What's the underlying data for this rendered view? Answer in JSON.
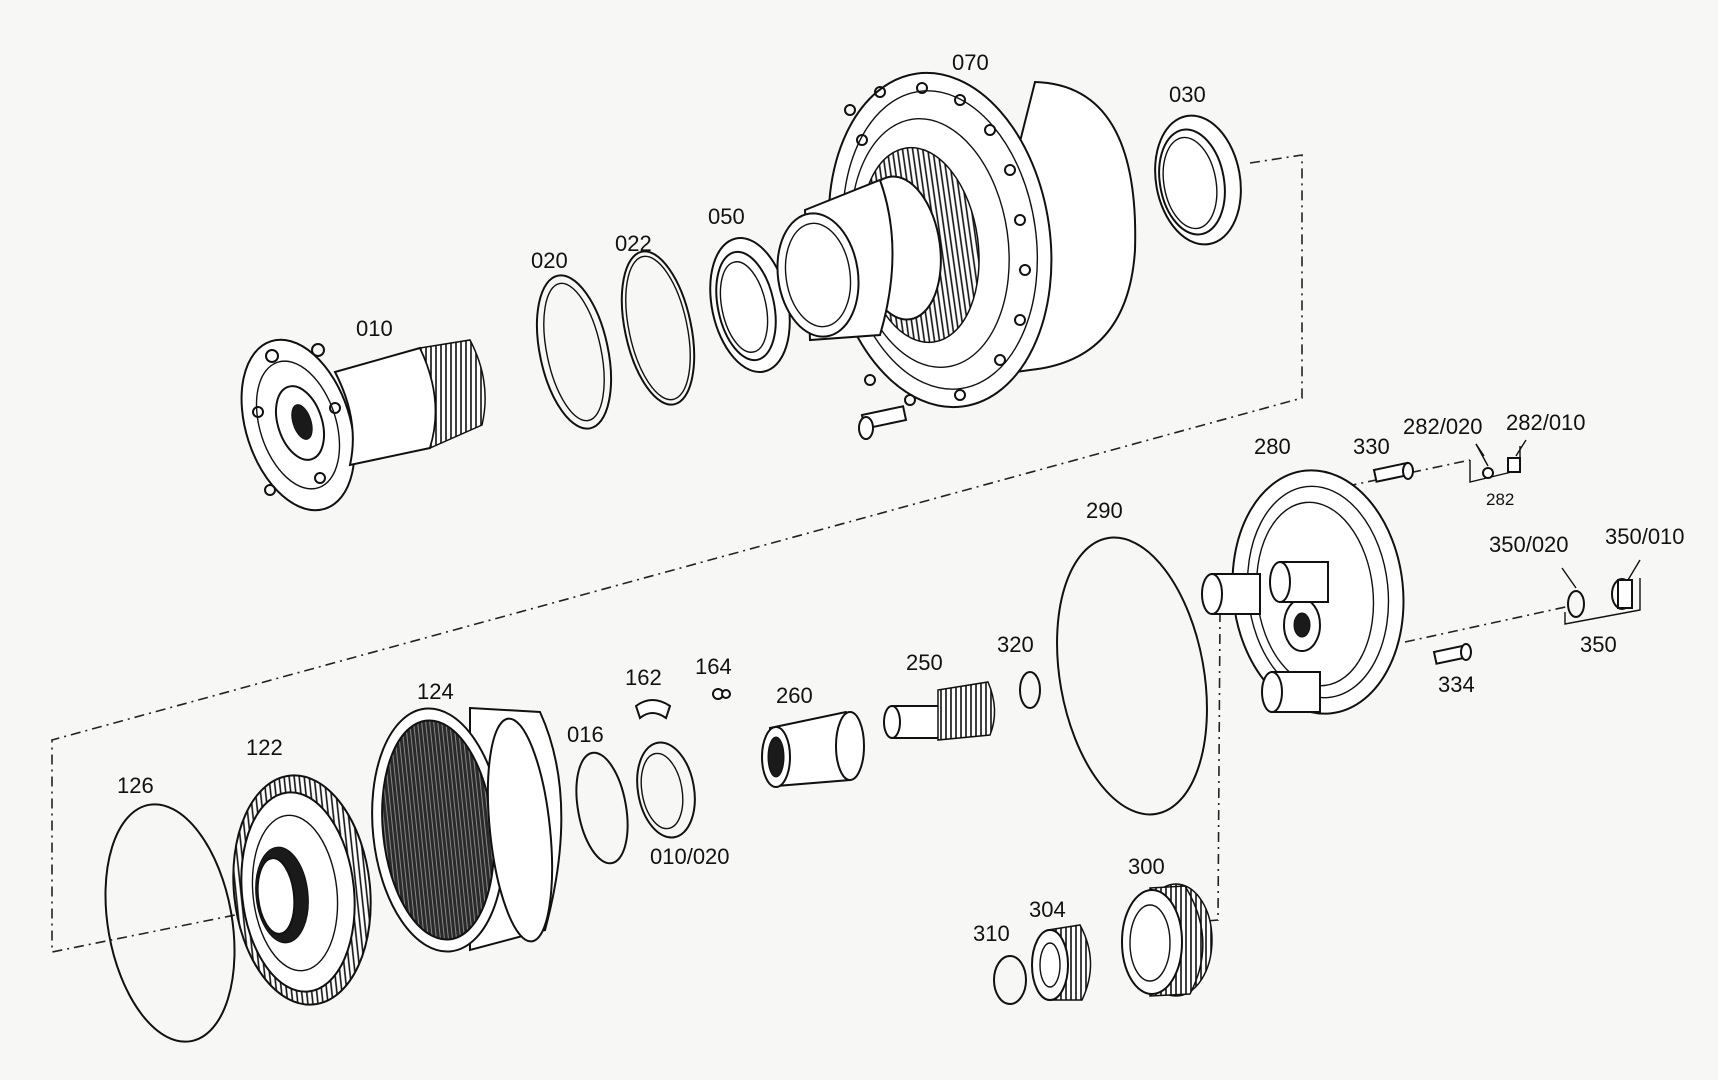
{
  "labels": {
    "p010": "010",
    "p020": "020",
    "p022": "022",
    "p050": "050",
    "p070": "070",
    "p030": "030",
    "p280": "280",
    "p330": "330",
    "p282_020": "282/020",
    "p282_010": "282/010",
    "p282": "282",
    "p290": "290",
    "p350_020": "350/020",
    "p350_010": "350/010",
    "p350": "350",
    "p334": "334",
    "p320": "320",
    "p250": "250",
    "p260": "260",
    "p164": "164",
    "p162": "162",
    "p124": "124",
    "p016": "016",
    "p122": "122",
    "p126": "126",
    "p010_020": "010/020",
    "p300": "300",
    "p304": "304",
    "p310": "310"
  },
  "colors": {
    "line": "#111111",
    "background": "#f7f7f5"
  }
}
